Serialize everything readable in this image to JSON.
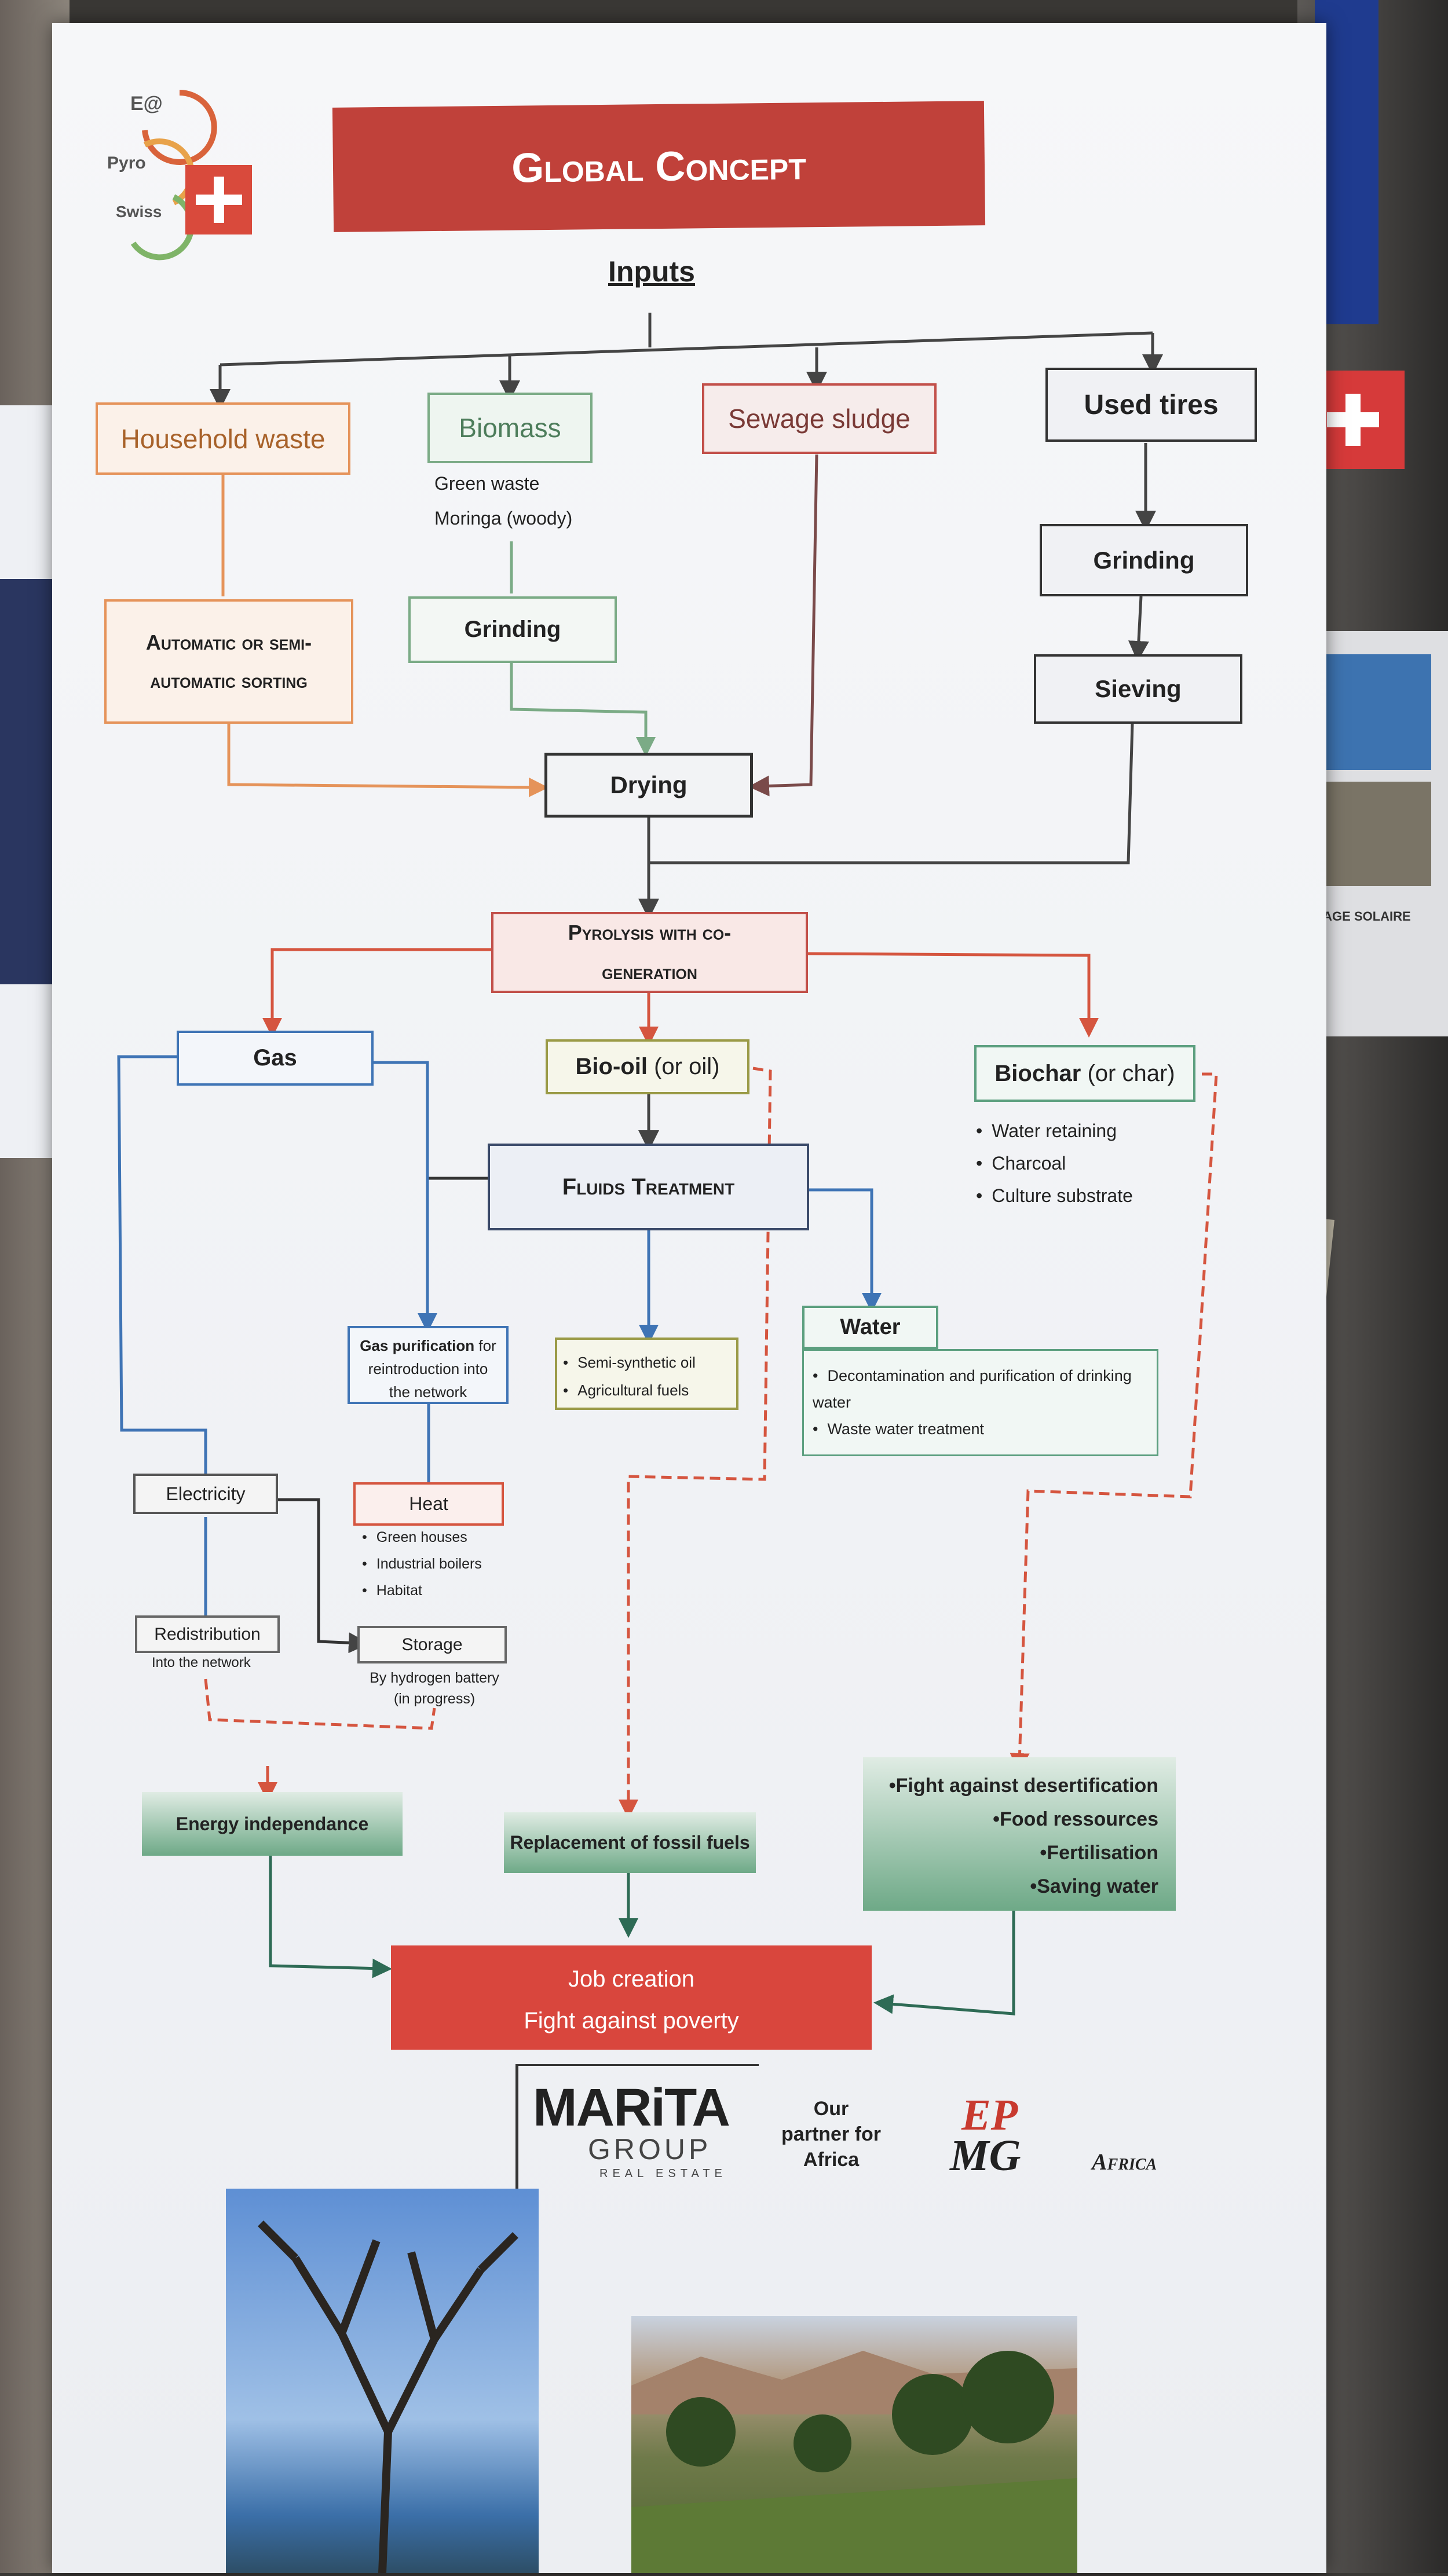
{
  "colors": {
    "accent_red": "#c2504a",
    "orange": "#e5935a",
    "green": "#7bab86",
    "blue": "#3f74b5",
    "dark": "#333333"
  },
  "logo": {
    "line1": "E@",
    "line2": "Pyro",
    "line3": "Swiss"
  },
  "title": "Global Concept",
  "inputs_label": "Inputs",
  "inputs": {
    "household": "Household waste",
    "biomass": "Biomass",
    "sludge": "Sewage sludge",
    "tires": "Used tires"
  },
  "biomass_notes": [
    "Green waste",
    "Moringa (woody)"
  ],
  "sorting": "Automatic or semi-automatic sorting",
  "grinding_biomass": "Grinding",
  "grinding_tires": "Grinding",
  "sieving": "Sieving",
  "drying": "Drying",
  "pyrolysis": "Pyrolysis with co-generation",
  "gas": "Gas",
  "biooil": "Bio-oil",
  "biooil_sub": "(or oil)",
  "biochar": "Biochar",
  "biochar_sub": "(or char)",
  "biochar_uses": [
    "Water retaining",
    "Charcoal",
    "Culture substrate"
  ],
  "fluids": "Fluids Treatment",
  "gas_purif_bold": "Gas purification",
  "gas_purif_rest": " for reintroduction into the network",
  "oils": [
    "Semi-synthetic oil",
    "Agricultural fuels"
  ],
  "water": "Water",
  "water_items": [
    "Decontamination and purification of drinking water",
    "Waste water treatment"
  ],
  "electricity": "Electricity",
  "heat": "Heat",
  "heat_items": [
    "Green houses",
    "Industrial boilers",
    "Habitat"
  ],
  "redistribution": "Redistribution",
  "redistribution_sub": "Into the network",
  "storage": "Storage",
  "storage_sub1": "By hydrogen battery",
  "storage_sub2": "(in progress)",
  "energy": "Energy independance",
  "fossil": "Replacement of fossil fuels",
  "desert_items": [
    "Fight against desertification",
    "Food ressources",
    "Fertilisation",
    "Saving water"
  ],
  "job1": "Job creation",
  "job2": "Fight against poverty",
  "marita": {
    "name": "MARiTA",
    "group": "GROUP",
    "sub": "REAL ESTATE"
  },
  "partner": {
    "l1": "Our",
    "l2": "partner for",
    "l3": "Africa"
  },
  "epmg": {
    "ep": "EP",
    "mg": "MG",
    "africa": "Africa"
  },
  "bg_panel_text": "POMPAGE SOLAIRE"
}
